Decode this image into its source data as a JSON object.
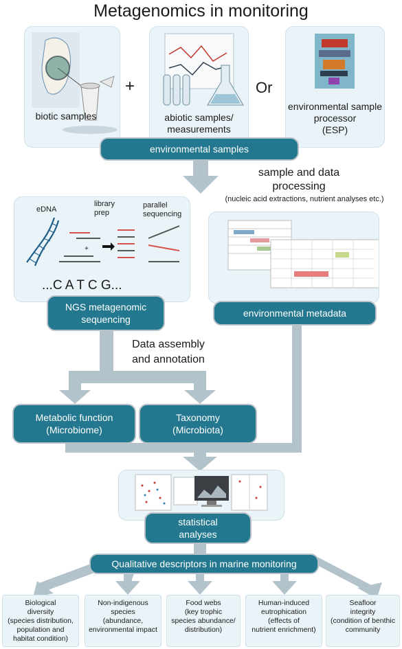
{
  "title": "Metagenomics in monitoring",
  "top": {
    "biotic": "biotic samples",
    "plus": "+",
    "abiotic_line1": "abiotic samples/",
    "abiotic_line2": "measurements",
    "or": "Or",
    "esp_line1": "environmental sample",
    "esp_line2": "processor",
    "esp_line3": "(ESP)"
  },
  "env_samples": "environmental samples",
  "processing": {
    "line1": "sample and data",
    "line2": "processing",
    "line3": "(nucleic acid extractions, nutrient analyses etc.)"
  },
  "seq_panel": {
    "edna": "eDNA",
    "library_line1": "library",
    "library_line2": "prep",
    "parallel_line1": "parallel",
    "parallel_line2": "sequencing",
    "bases": "...C A T C G..."
  },
  "ngs_line1": "NGS metagenomic",
  "ngs_line2": "sequencing",
  "env_metadata": "environmental metadata",
  "assembly_line1": "Data assembly",
  "assembly_line2": "and annotation",
  "metabolic_line1": "Metabolic function",
  "metabolic_line2": "(Microbiome)",
  "taxonomy_line1": "Taxonomy",
  "taxonomy_line2": "(Microbiota)",
  "statistical_line1": "statistical",
  "statistical_line2": "analyses",
  "qualitative": "Qualitative descriptors in marine monitoring",
  "descriptors": [
    {
      "l1": "Biological",
      "l2": "diversity",
      "l3": "(species distribution,",
      "l4": "population and",
      "l5": "habitat condition)"
    },
    {
      "l1": "Non-indigenous",
      "l2": "species",
      "l3": "(abundance,",
      "l4": "environmental impact",
      "l5": ""
    },
    {
      "l1": "Food webs",
      "l2": "(key trophic",
      "l3": "species abundance/",
      "l4": "distribution)",
      "l5": ""
    },
    {
      "l1": "Human-induced",
      "l2": "eutrophication",
      "l3": "(effects of",
      "l4": "nutrient enrichment)",
      "l5": ""
    },
    {
      "l1": "Seafloor",
      "l2": "integrity",
      "l3": "(condition of benthic",
      "l4": "community",
      "l5": ""
    }
  ],
  "colors": {
    "accent": "#23788f",
    "arrow": "#b3c3cb",
    "panel": "#eaf3f8"
  }
}
